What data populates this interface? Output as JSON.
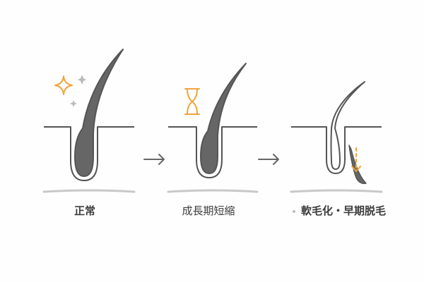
{
  "stages": [
    {
      "label": "正常",
      "icon": "sparkle-icon"
    },
    {
      "label": "成長期短縮",
      "icon": "hourglass-icon"
    },
    {
      "label": "軟毛化・早期脱毛",
      "icon": "down-arrow-icon"
    }
  ],
  "colors": {
    "accent": "#f0a43a",
    "hair": "#666666",
    "outline": "#555555",
    "skin_line": "#c8c8c8",
    "sparkle_gray": "#bbbbbb"
  }
}
